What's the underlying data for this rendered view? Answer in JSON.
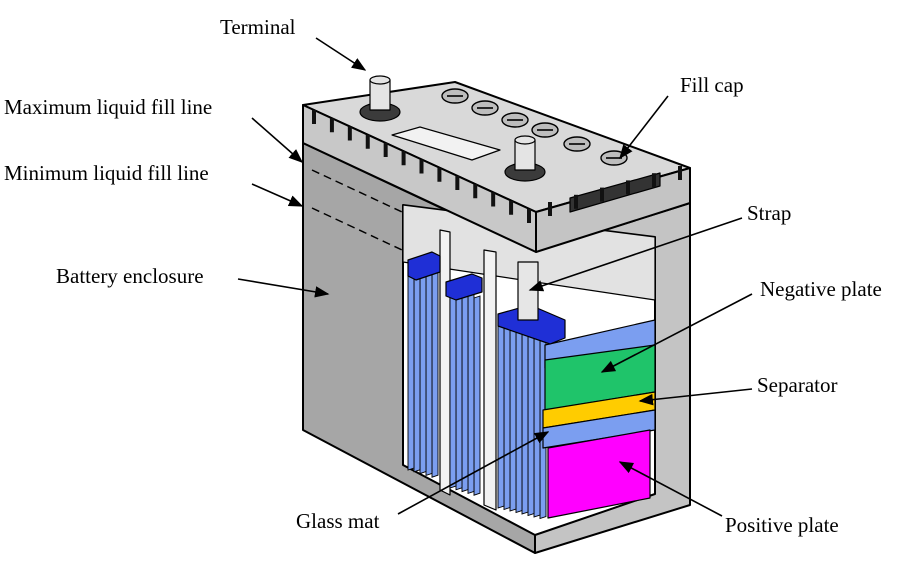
{
  "labels": {
    "terminal": "Terminal",
    "max_fill": "Maximum liquid fill line",
    "min_fill": "Minimum liquid fill line",
    "enclosure": "Battery enclosure",
    "fill_cap": "Fill cap",
    "strap": "Strap",
    "negative": "Negative plate",
    "separator": "Separator",
    "glass_mat": "Glass mat",
    "positive": "Positive plate"
  },
  "colors": {
    "case_front": "#a6a6a6",
    "case_side": "#c4c4c4",
    "lid_top": "#d9d9d9",
    "lid_front": "#c8c8c8",
    "cavity": "#ffffff",
    "cell_wall": "#e2e2e2",
    "plate_blue": "#7b9ef0",
    "strap_blue": "#1f2fd6",
    "negative_green": "#1fc46a",
    "separator_yellow": "#ffcc00",
    "positive_magenta": "#ff00ff",
    "terminal_light": "#e4e4e4",
    "terminal_dark": "#3b3b3b"
  }
}
